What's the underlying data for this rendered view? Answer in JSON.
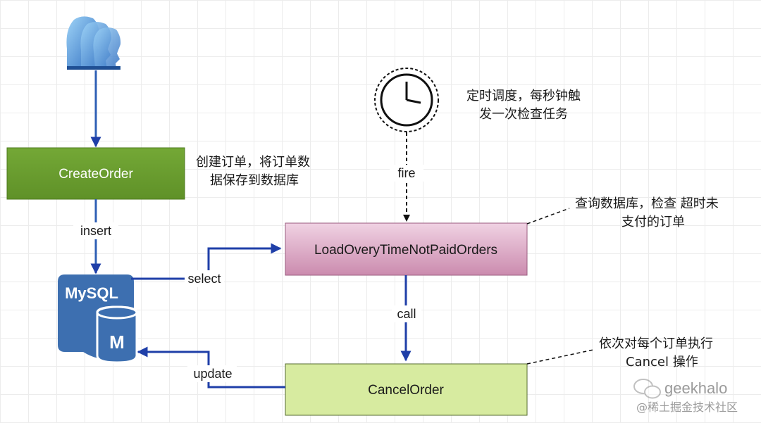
{
  "nodes": {
    "create_order": "CreateOrder",
    "load_orders": "LoadOveryTimeNotPaidOrders",
    "cancel_order": "CancelOrder",
    "mysql": "MySQL",
    "mysql_badge": "M"
  },
  "edges": {
    "insert": "insert",
    "select": "select",
    "fire": "fire",
    "call": "call",
    "update": "update"
  },
  "notes": {
    "create_note_line1": "创建订单，将订单数",
    "create_note_line2": "据保存到数据库",
    "timer_note_line1": "定时调度，每秒钟触",
    "timer_note_line2": "发一次检查任务",
    "query_note_line1": "查询数据库，检查 超时未",
    "query_note_line2": "支付的订单",
    "cancel_note_line1": "依次对每个订单执行",
    "cancel_note_line2": "Cancel 操作"
  },
  "watermark": {
    "name": "geekhalo",
    "site": "@稀土掘金技术社区"
  },
  "icons": {
    "user": "users-icon",
    "timer": "clock-icon",
    "database": "mysql-database-icon",
    "wechat": "wechat-icon"
  },
  "colors": {
    "arrow": "#1f3fa8",
    "create_fill": "#6a9c2f",
    "load_fill": "#d9a6c2",
    "cancel_fill": "#d7eba0",
    "db_fill": "#3d6fb0"
  }
}
